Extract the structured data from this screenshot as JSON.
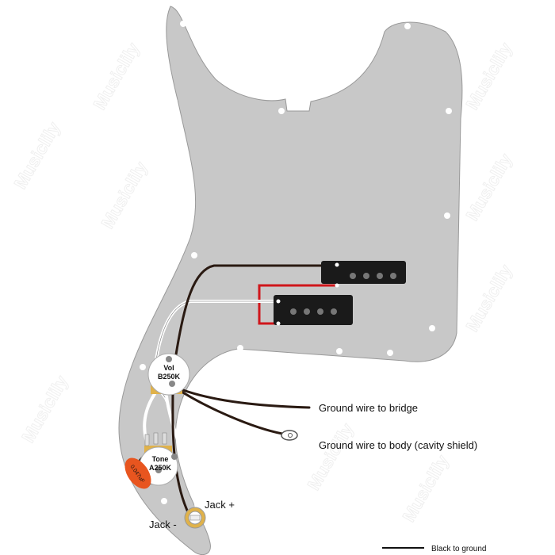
{
  "watermark": "Musiclily",
  "components": {
    "volume_pot": {
      "line1": "Vol",
      "line2": "B250K"
    },
    "tone_pot": {
      "line1": "Tone",
      "line2": "A250K"
    },
    "capacitor": "0.047uF"
  },
  "labels": {
    "jack_plus": "Jack +",
    "jack_minus": "Jack -",
    "ground_bridge": "Ground wire to bridge",
    "ground_body": "Ground wire to body (cavity shield)"
  },
  "legend": {
    "black": "Black to ground"
  },
  "colors": {
    "pickguard": "#c8c8c8",
    "red_wire": "#d0161b",
    "black_wire": "#2a1a12",
    "cap": "#e8551f",
    "pickup": "#1a1a1a"
  }
}
